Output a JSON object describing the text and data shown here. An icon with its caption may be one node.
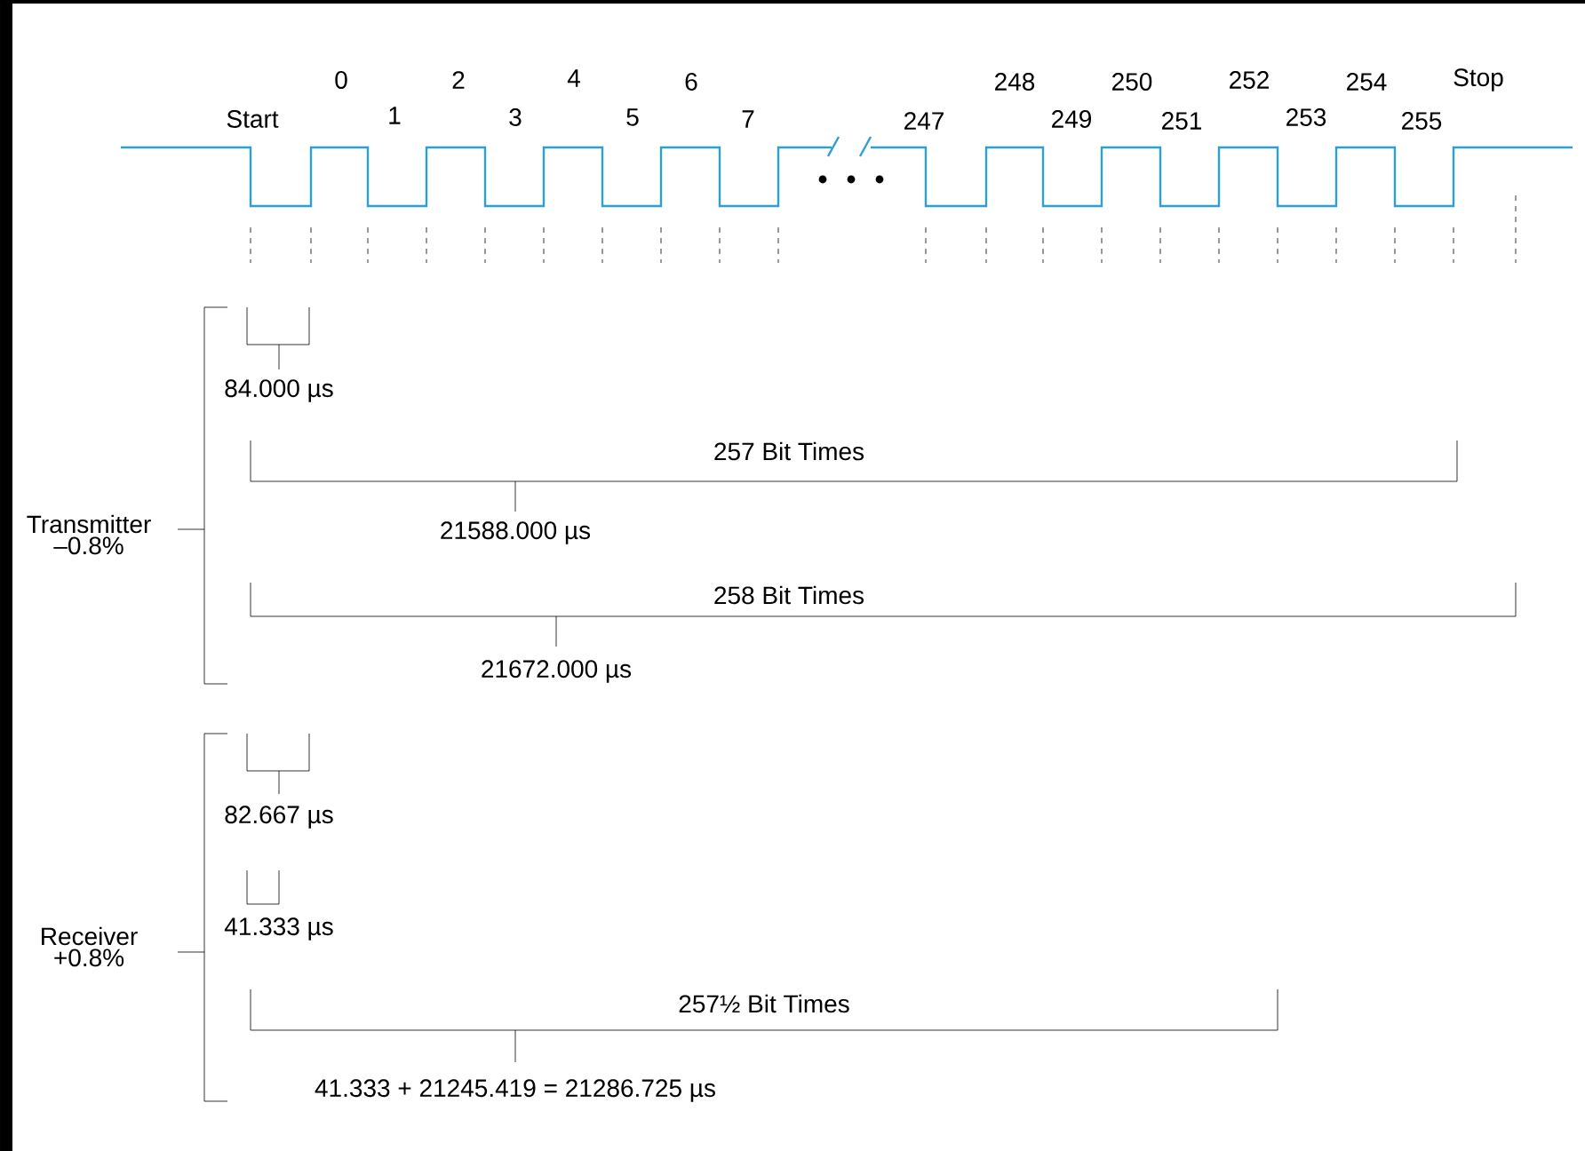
{
  "diagram": {
    "labels": [
      "0",
      "2",
      "4",
      "6",
      "248",
      "250",
      "252",
      "254",
      "Stop",
      "Start",
      "1",
      "3",
      "5",
      "7",
      "247",
      "249",
      "251",
      "253",
      "255",
      "84.000 µs",
      "257 Bit Times",
      "Transmitter –0.8%",
      "21588.000 µs",
      "258 Bit Times",
      "21672.000 µs",
      "82.667 µs",
      "41.333 µs",
      "Receiver +0.8%",
      "257½ Bit Times",
      "41.333 + 21245.419 = 21286.725 µs"
    ]
  }
}
